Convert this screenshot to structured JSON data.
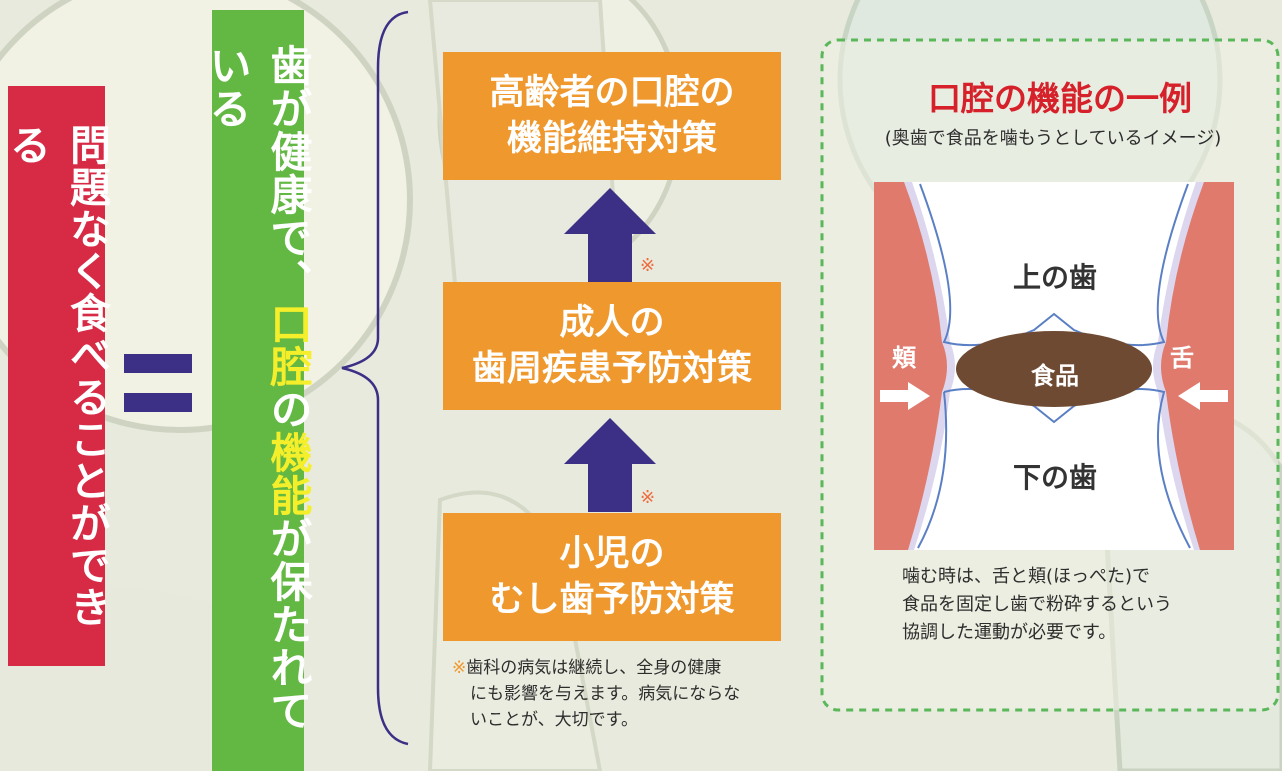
{
  "left_label": {
    "before": "問題なく食べることができる"
  },
  "equals_sign": "=",
  "middle_label": {
    "part1": "歯が健康で、",
    "highlight1": "口腔",
    "part2": "の",
    "highlight2": "機能",
    "part3": "が保たれている"
  },
  "boxes": [
    {
      "line1": "高齢者の口腔の",
      "line2": "機能維持対策"
    },
    {
      "line1": "成人の",
      "line2": "歯周疾患予防対策"
    },
    {
      "line1": "小児の",
      "line2": "むし歯予防対策"
    }
  ],
  "asterisk_mark": "※",
  "note": {
    "mark": "※",
    "line1": "歯科の病気は継続し、全身の健康",
    "line2": "にも影響を与えます。病気にならな",
    "line3": "いことが、大切です。"
  },
  "panel": {
    "title": "口腔の機能の一例",
    "subtitle": "(奥歯で食品を噛もうとしているイメージ)",
    "upper_teeth": "上の歯",
    "food": "食品",
    "lower_teeth": "下の歯",
    "cheek": "頬",
    "tongue": "舌",
    "caption_line1": "噛む時は、舌と頬(ほっぺた)で",
    "caption_line2": "食品を固定し歯で粉砕するという",
    "caption_line3": "協調した運動が必要です。"
  },
  "colors": {
    "red": "#d62a45",
    "green": "#63b843",
    "highlight": "#f4ef2a",
    "orange": "#ef982e",
    "navy": "#3b2f86",
    "cheek": "#e07a6c",
    "food": "#6e4a33",
    "panel_border": "#5bb85a",
    "title": "#d6202a"
  }
}
